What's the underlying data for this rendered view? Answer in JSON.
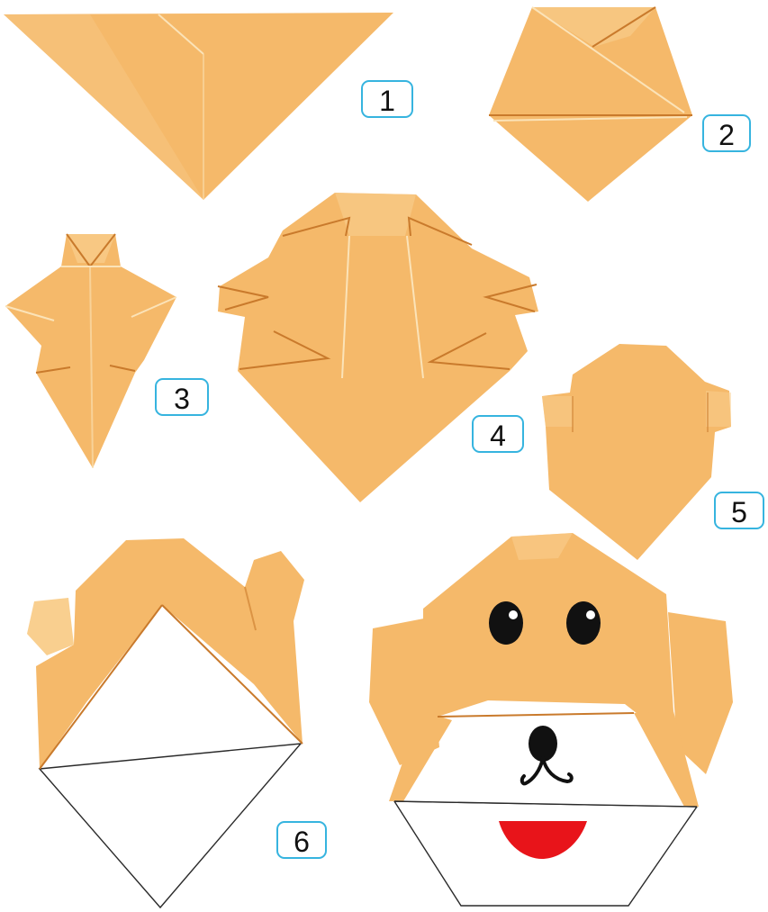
{
  "palette": {
    "paper": "#f5b96a",
    "paper_light": "#f9cf8f",
    "paper_dark": "#e29a46",
    "crease": "#fbe3b8",
    "shadow": "#c97a2c",
    "label_border": "#36b4df",
    "outline": "#2b2b2b",
    "eye": "#111111",
    "mouth": "#e8141a"
  },
  "steps": [
    {
      "label": "1"
    },
    {
      "label": "2"
    },
    {
      "label": "3"
    },
    {
      "label": "4"
    },
    {
      "label": "5"
    },
    {
      "label": "6"
    }
  ]
}
